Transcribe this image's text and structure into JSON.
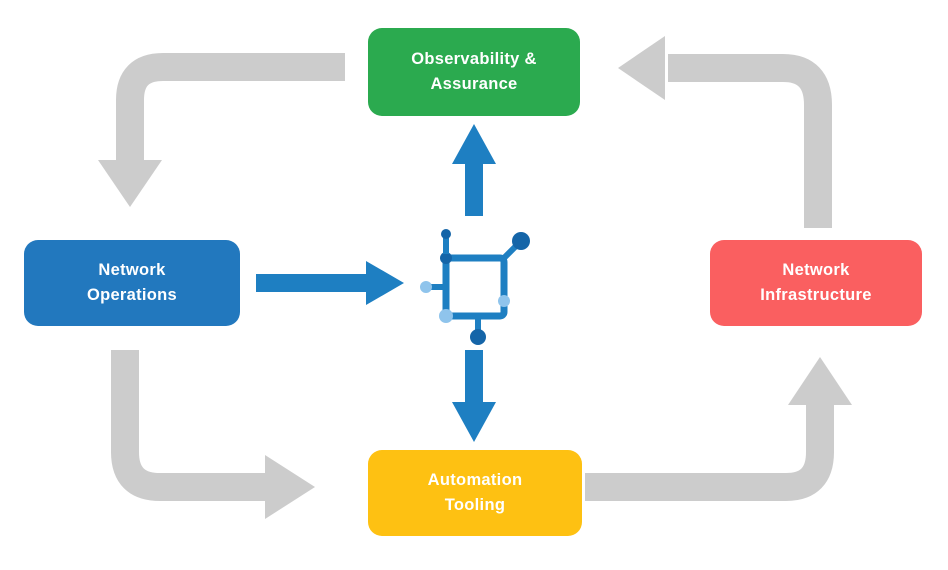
{
  "diagram_type": "cycle-flow-diagram",
  "nodes": {
    "observability": {
      "line1": "Observability &",
      "line2": "Assurance",
      "color": "#2baa4f"
    },
    "operations": {
      "line1": "Network",
      "line2": "Operations",
      "color": "#2278be"
    },
    "infrastructure": {
      "line1": "Network",
      "line2": "Infrastructure",
      "color": "#fa5f60"
    },
    "automation": {
      "line1": "Automation",
      "line2": "Tooling",
      "color": "#fec112"
    }
  },
  "center_icon": "network-automation-icon",
  "flows": [
    {
      "from": "observability",
      "to": "operations",
      "style": "gray"
    },
    {
      "from": "operations",
      "to": "automation",
      "style": "gray"
    },
    {
      "from": "automation",
      "to": "infrastructure",
      "style": "gray"
    },
    {
      "from": "infrastructure",
      "to": "observability",
      "style": "gray"
    },
    {
      "from": "operations",
      "to": "center-icon",
      "style": "blue"
    },
    {
      "from": "center-icon",
      "to": "observability",
      "style": "blue"
    },
    {
      "from": "center-icon",
      "to": "automation",
      "style": "blue"
    }
  ],
  "colors": {
    "arrow_gray": "#cccccc",
    "arrow_blue": "#1e7fc2",
    "icon_dark": "#1565a8",
    "icon_light": "#8fc4ec",
    "background": "#ffffff"
  }
}
